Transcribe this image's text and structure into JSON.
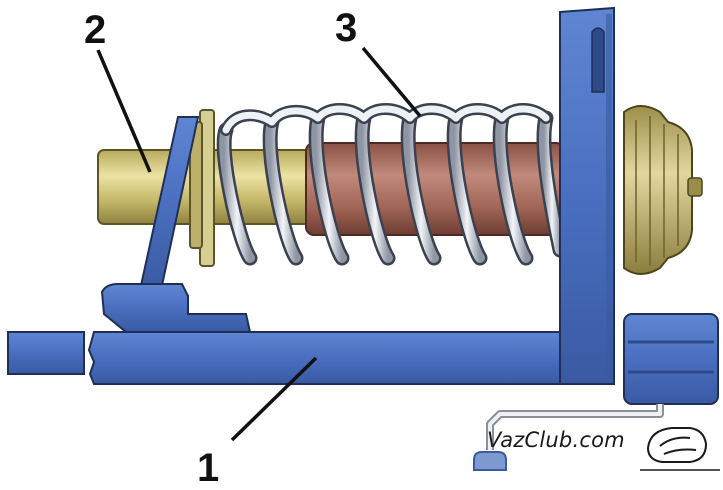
{
  "callouts": [
    {
      "id": "1",
      "label": "1"
    },
    {
      "id": "2",
      "label": "2"
    },
    {
      "id": "3",
      "label": "3"
    }
  ],
  "watermark": "VazClub.com",
  "colors": {
    "blue": "#4a6fc0",
    "blue_dark": "#2e4a8a",
    "spring": "#c8cdd8",
    "rod": "#c9bd72",
    "sleeve": "#a4685b",
    "boot": "#c8b774"
  }
}
